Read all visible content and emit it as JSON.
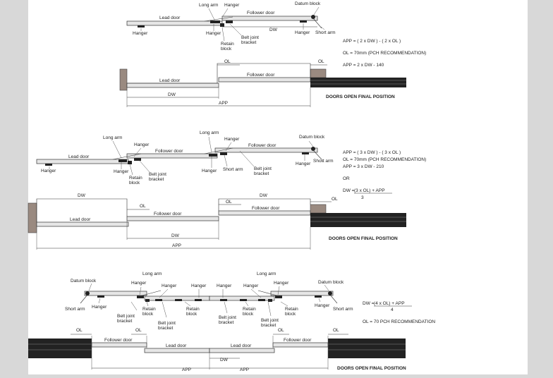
{
  "colors": {
    "background": "#ffffff",
    "frame": "#d8d8d8",
    "line": "#333333",
    "wall": "#9a8a80",
    "fixed_panel": "#222222"
  },
  "labels": {
    "lead_door": "Lead door",
    "follower_door": "Follower door",
    "long_arm": "Long arm",
    "hanger": "Hanger",
    "datum_block": "Datum block",
    "short_arm": "Short arm",
    "retain_block": [
      "Retain",
      "block"
    ],
    "belt_joint_bracket": [
      "Belt joint",
      "bracket"
    ],
    "dw": "DW",
    "ol": "OL",
    "app": "APP",
    "final_position": "DOORS OPEN FINAL POSITION"
  },
  "formulas": {
    "two_door": [
      "APP = ( 2 x DW ) - ( 2 x OL )",
      "OL = 70mm (PCH RECOMMENDATION)",
      "APP = 2 x DW - 140"
    ],
    "three_door": [
      "APP = ( 3 x DW ) - ( 3 x OL )",
      "OL = 70mm (PCH RECOMMENDATION)",
      "APP = 3 x DW - 210",
      "OR"
    ],
    "three_door_alt": {
      "lhs": "DW =",
      "numerator": "(3 x OL) + APP",
      "denominator": "3"
    },
    "four_door": {
      "lhs": "DW =",
      "numerator": "(4 x OL) + APP",
      "denominator": "4",
      "note": "OL = 70 PCH RECOMMENDATION"
    }
  }
}
